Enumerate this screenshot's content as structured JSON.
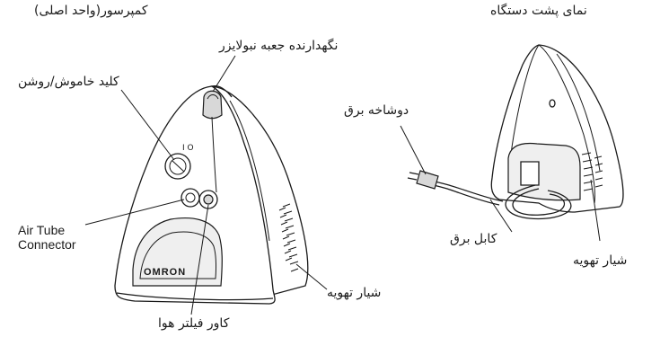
{
  "titles": {
    "compressor": "کمپرسور(واحد اصلی)",
    "back_view": "نمای پشت دستگاه"
  },
  "callouts": {
    "nebulizer_holder": "نگهدارنده جعبه نبولایزر",
    "power_switch": "کلید خاموش/روشن",
    "air_tube_line1": "Air Tube",
    "air_tube_line2": "Connector",
    "air_filter_cover": "کاور فیلتر هوا",
    "vent_front": "شیار تهویه",
    "power_plug": "دوشاخه برق",
    "power_cable": "کابل برق",
    "vent_back": "شیار تهویه"
  },
  "device": {
    "brand": "OMRON",
    "switch_marks": "I O"
  }
}
